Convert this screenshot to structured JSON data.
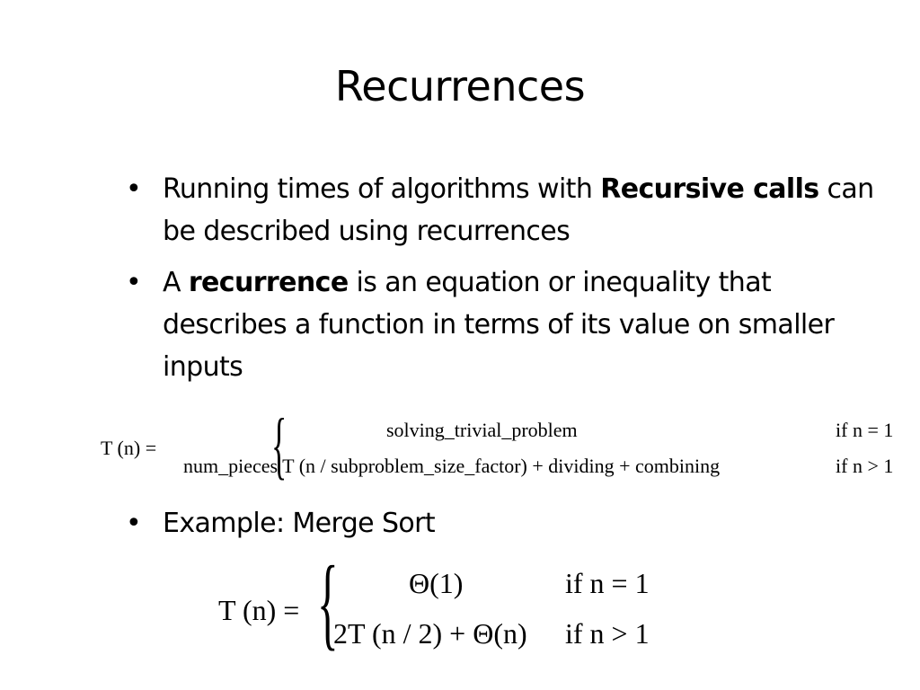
{
  "title": "Recurrences",
  "bullets": [
    {
      "marker": "•",
      "pre": "Running times of algorithms with ",
      "bold": "Recursive calls",
      "post": " can be described using recurrences"
    },
    {
      "marker": "•",
      "pre": "A ",
      "bold": "recurrence",
      "post": " is an equation or inequality that describes a function in terms of its value on smaller inputs"
    },
    {
      "marker": "•",
      "text": "Example: Merge Sort"
    }
  ],
  "general_recurrence": {
    "lhs": "T (n) =",
    "brace": "{",
    "case1": "solving_trivial_problem",
    "cond1": "if n = 1",
    "case2": "num_pieces T (n / subproblem_size_factor) + dividing + combining",
    "cond2": "if n > 1"
  },
  "merge_sort_recurrence": {
    "lhs": "T (n) =",
    "brace": "{",
    "case1": "Θ(1)",
    "cond1": "if n = 1",
    "case2": "2T (n / 2) + Θ(n)",
    "cond2": "if n > 1"
  }
}
